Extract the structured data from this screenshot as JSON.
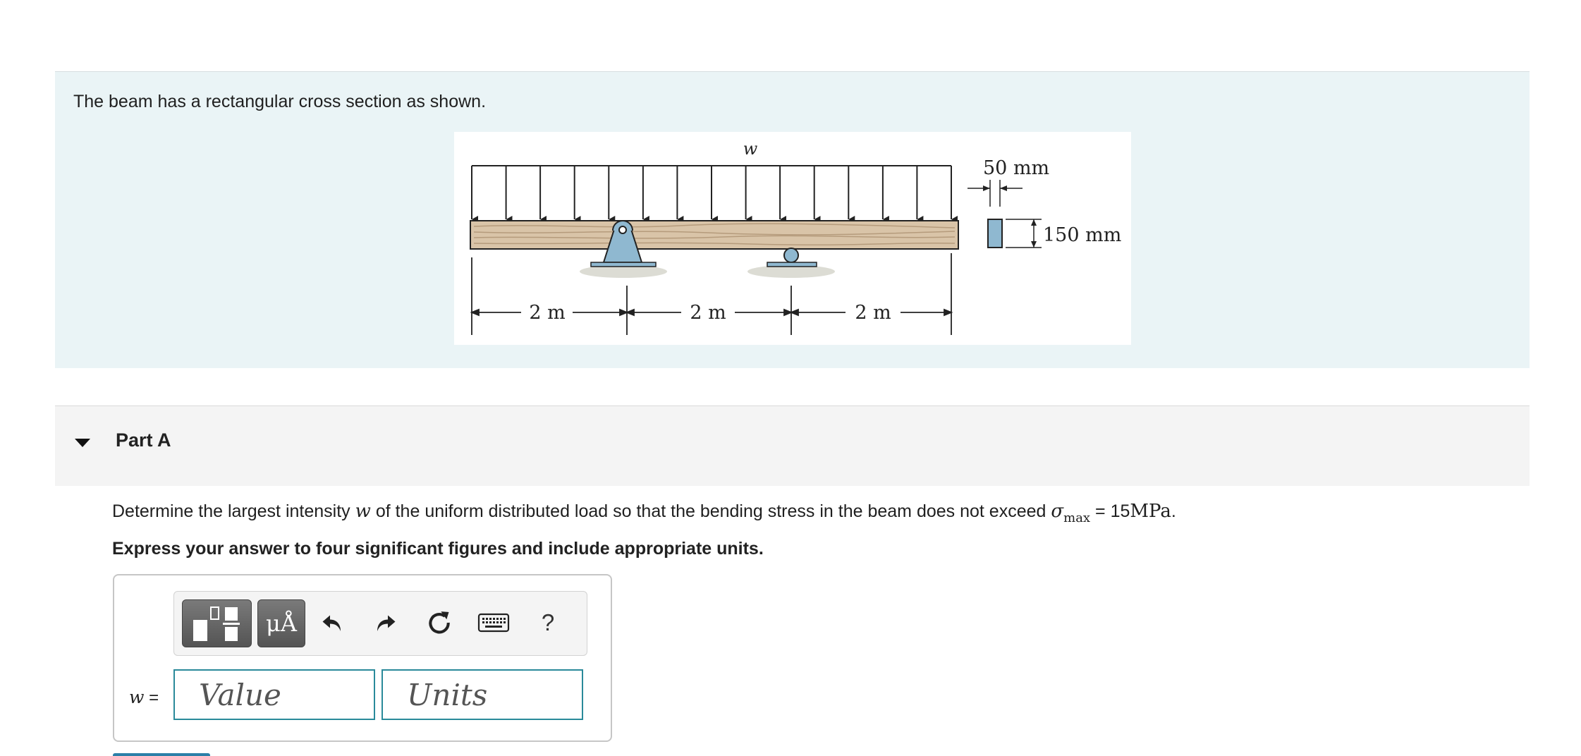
{
  "intro": {
    "text": "The beam has a rectangular cross section as shown."
  },
  "figure": {
    "load_label": "w",
    "width_label": "50 mm",
    "height_label": "150 mm",
    "spans": [
      "2 m",
      "2 m",
      "2 m"
    ]
  },
  "part": {
    "label": "Part A"
  },
  "question": {
    "prefix": "Determine the largest intensity ",
    "var": "w",
    "middle": " of the uniform distributed load so that the bending stress in the beam does not exceed ",
    "sigma": "σ",
    "sigma_sub": "max",
    "equals": " = 15",
    "unit": "MPa",
    "suffix": "."
  },
  "instruction": "Express your answer to four significant figures and include appropriate units.",
  "answer": {
    "var": "w",
    "eq": " =",
    "value_placeholder": "Value",
    "units_placeholder": "Units"
  },
  "toolbar": {
    "units_button_label": "μÅ",
    "help_label": "?"
  },
  "colors": {
    "accent": "#2a8a9a",
    "panel": "#eaf4f6",
    "support": "#8fb8d0"
  }
}
